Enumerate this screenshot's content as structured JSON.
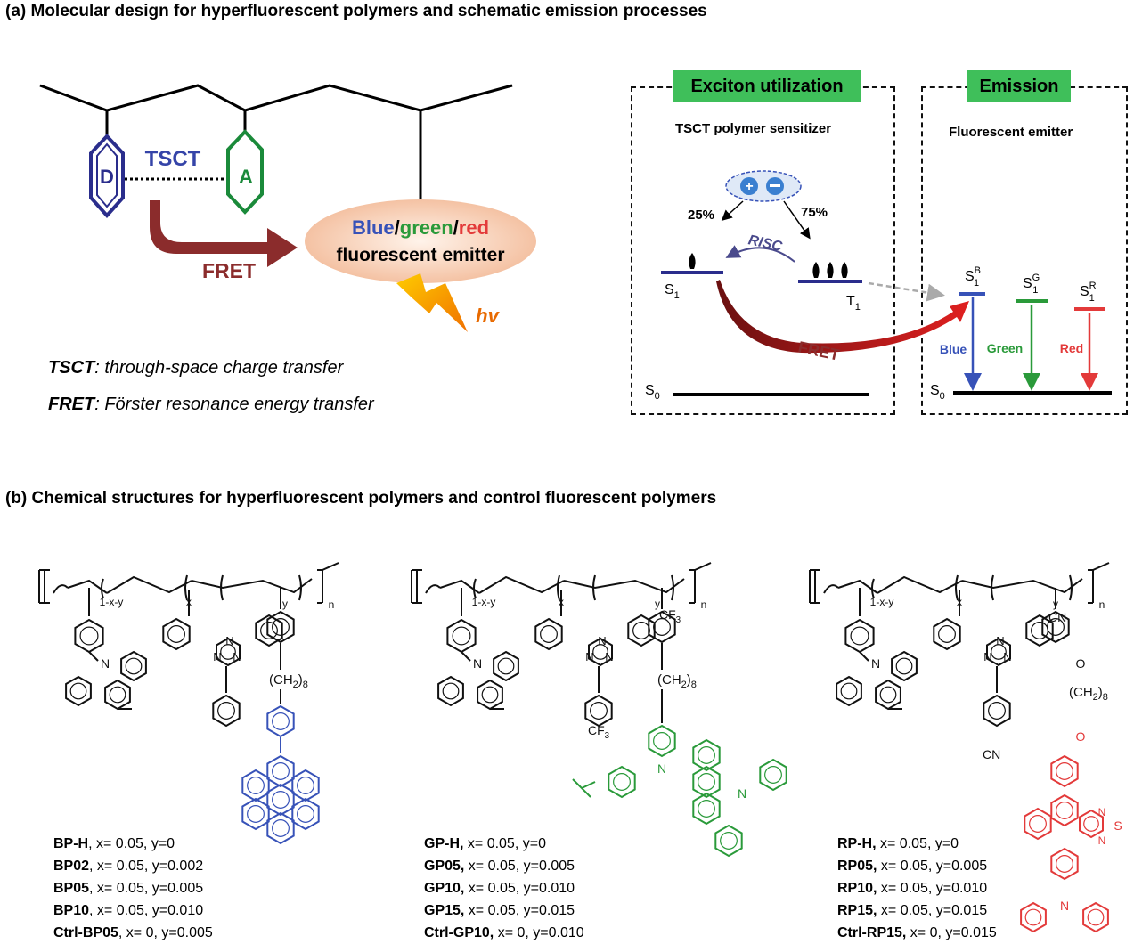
{
  "panel_a": {
    "heading": "(a) Molecular design for hyperfluorescent polymers and schematic emission processes",
    "donor_label": "D",
    "acceptor_label": "A",
    "tsct_label": "TSCT",
    "fret_label": "FRET",
    "emitter_line1_blue": "Blue",
    "emitter_slash1": "/",
    "emitter_line1_green": "green",
    "emitter_slash2": "/",
    "emitter_line1_red": "red",
    "emitter_line2": "fluorescent emitter",
    "hv_label": "hv",
    "legend_tsct_term": "TSCT",
    "legend_tsct_def": ": through-space charge transfer",
    "legend_fret_term": "FRET",
    "legend_fret_def": ": Förster resonance energy transfer",
    "box1_title": "Exciton utilization",
    "box1_subtitle": "TSCT polymer sensitizer",
    "box2_title": "Emission",
    "box2_subtitle": "Fluorescent emitter",
    "pct_singlet": "25%",
    "pct_triplet": "75%",
    "risc_label": "RISC",
    "s1_label": "S",
    "t1_label": "T",
    "s0_label": "S",
    "fret2_label": "FRET",
    "blue_label": "Blue",
    "green_label": "Green",
    "red_label": "Red",
    "sub_1": "1",
    "sub_0": "0",
    "sup_b": "B",
    "sup_g": "G",
    "sup_r": "R"
  },
  "panel_b": {
    "heading": "(b) Chemical structures for hyperfluorescent polymers and control fluorescent polymers",
    "chain_label_1": "1-x-y",
    "chain_label_x": "x",
    "chain_label_y": "y",
    "chain_label_n": "n",
    "cf3": "CF",
    "cf3_sub": "3",
    "cn": "CN",
    "ch2": "(CH",
    "ch2_sub": "2",
    "ch2_end": ")",
    "ch2_count": "8",
    "N": "N",
    "O": "O",
    "S": "S",
    "blue_series": [
      {
        "name": "BP-H",
        "params": ", x= 0.05, y=0"
      },
      {
        "name": "BP02",
        "params": ", x= 0.05, y=0.002"
      },
      {
        "name": "BP05",
        "params": ", x= 0.05, y=0.005"
      },
      {
        "name": "BP10",
        "params": ", x= 0.05, y=0.010"
      },
      {
        "name": "Ctrl-BP05",
        "params": ", x= 0, y=0.005"
      }
    ],
    "green_series": [
      {
        "name": "GP-H,",
        "params": " x= 0.05, y=0"
      },
      {
        "name": "GP05,",
        "params": " x= 0.05, y=0.005"
      },
      {
        "name": "GP10,",
        "params": " x= 0.05, y=0.010"
      },
      {
        "name": "GP15,",
        "params": " x= 0.05, y=0.015"
      },
      {
        "name": "Ctrl-GP10,",
        "params": " x= 0, y=0.010"
      }
    ],
    "red_series": [
      {
        "name": "RP-H,",
        "params": " x= 0.05, y=0"
      },
      {
        "name": "RP05,",
        "params": " x= 0.05, y=0.005"
      },
      {
        "name": "RP10,",
        "params": " x= 0.05, y=0.010"
      },
      {
        "name": "RP15,",
        "params": " x= 0.05, y=0.015"
      },
      {
        "name": "Ctrl-RP15,",
        "params": " x= 0, y=0.015"
      }
    ]
  },
  "colors": {
    "donor": "#2a2d8c",
    "acceptor": "#1a8a3a",
    "fret_arrow": "#8b2c2c",
    "tsct_text": "#3544a8",
    "emitter_fill": "#f7d9c4",
    "blue": "#3752b8",
    "green": "#2a9a3a",
    "red": "#e33a3a",
    "tag_green": "#3fbf5a"
  }
}
